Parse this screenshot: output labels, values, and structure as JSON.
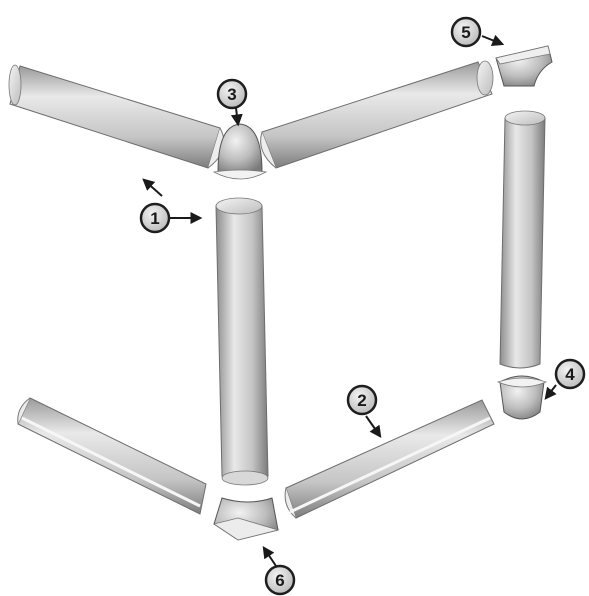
{
  "callouts": [
    {
      "number": "1"
    },
    {
      "number": "2"
    },
    {
      "number": "3"
    },
    {
      "number": "4"
    },
    {
      "number": "5"
    },
    {
      "number": "6"
    }
  ],
  "colors": {
    "piece_light": "#e6e6e6",
    "piece_mid": "#c3c3c3",
    "piece_dark": "#8a8a8a",
    "outline": "#2a2a2a",
    "badge_fill": "#dcdcdc",
    "badge_stroke": "#1e1e1e"
  },
  "parts": [
    {
      "name": "cove-straight-top-left",
      "icon": "cove-rod"
    },
    {
      "name": "cove-straight-top-right",
      "icon": "cove-rod"
    },
    {
      "name": "cove-straight-vertical-center",
      "icon": "cove-rod"
    },
    {
      "name": "cove-straight-vertical-right",
      "icon": "cove-rod"
    },
    {
      "name": "cove-straight-bottom-left",
      "icon": "cove-channel"
    },
    {
      "name": "cove-straight-bottom-right",
      "icon": "cove-channel"
    },
    {
      "name": "outside-corner-dome",
      "icon": "dome-corner"
    },
    {
      "name": "inside-corner-top-right",
      "icon": "inside-corner"
    },
    {
      "name": "inside-corner-bottom",
      "icon": "inside-corner"
    },
    {
      "name": "corner-cup-right",
      "icon": "cup-corner"
    }
  ]
}
